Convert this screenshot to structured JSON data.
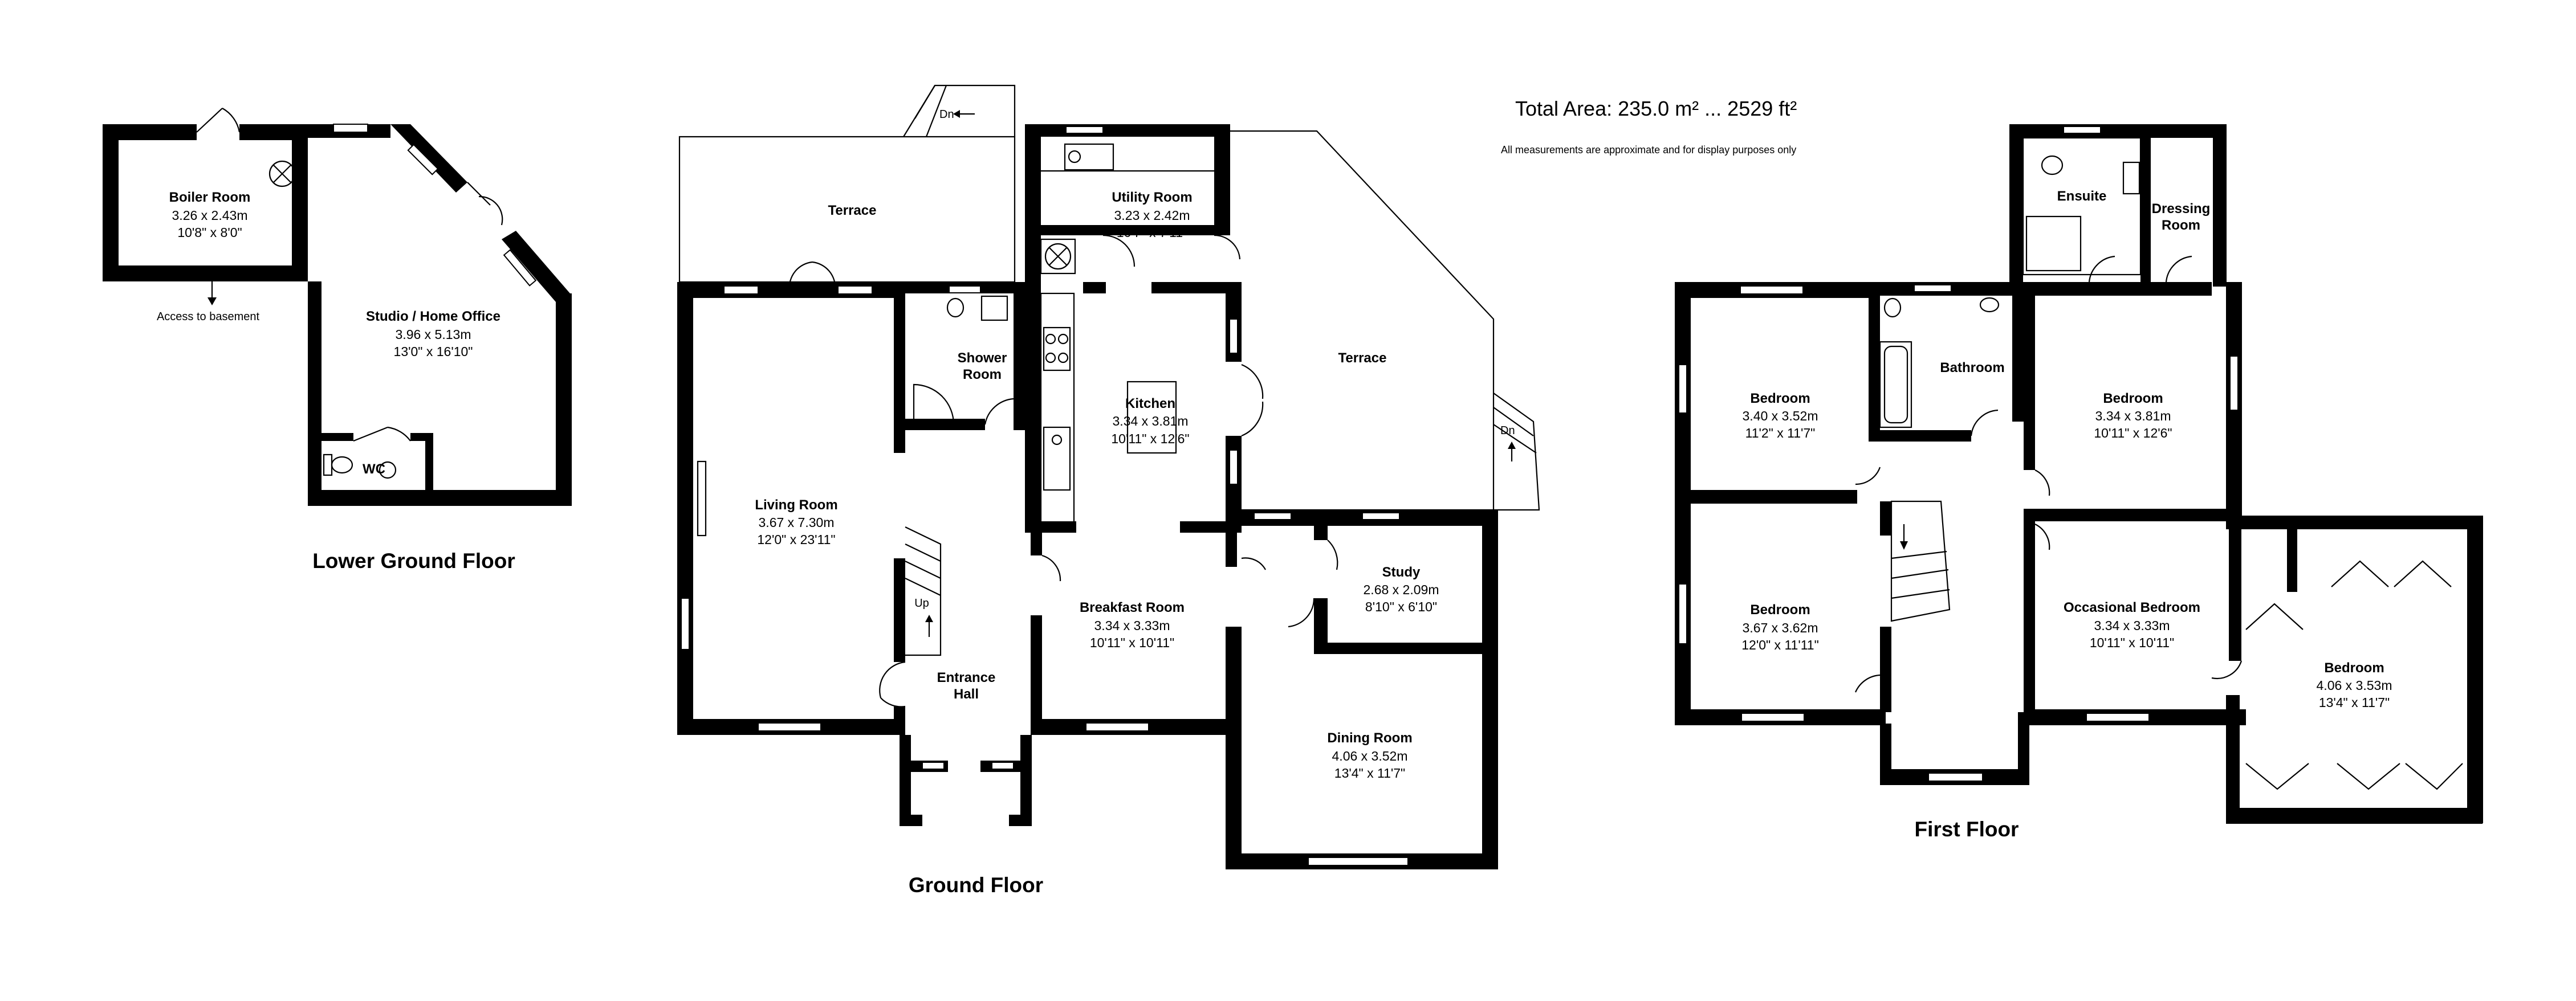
{
  "header": {
    "total_area": "Total Area: 235.0 m² ... 2529 ft²",
    "disclaimer": "All measurements are approximate and for display purposes only"
  },
  "floors": {
    "lower_ground": "Lower Ground Floor",
    "ground": "Ground Floor",
    "first": "First Floor"
  },
  "rooms": {
    "boiler": {
      "name": "Boiler Room",
      "metric": "3.26 x 2.43m",
      "imperial": "10'8\" x 8'0\""
    },
    "studio": {
      "name": "Studio / Home Office",
      "metric": "3.96 x 5.13m",
      "imperial": "13'0\" x 16'10\""
    },
    "wc": {
      "name": "WC"
    },
    "access_basement": "Access to basement",
    "terrace_left": {
      "name": "Terrace"
    },
    "utility": {
      "name": "Utility Room",
      "metric": "3.23 x 2.42m",
      "imperial": "10'7\" x 7'11\""
    },
    "terrace_right": {
      "name": "Terrace"
    },
    "shower": {
      "name_line1": "Shower",
      "name_line2": "Room"
    },
    "kitchen": {
      "name": "Kitchen",
      "metric": "3.34 x 3.81m",
      "imperial": "10'11\" x 12'6\""
    },
    "living": {
      "name": "Living Room",
      "metric": "3.67 x 7.30m",
      "imperial": "12'0\" x 23'11\""
    },
    "breakfast": {
      "name": "Breakfast Room",
      "metric": "3.34 x 3.33m",
      "imperial": "10'11\" x 10'11\""
    },
    "study": {
      "name": "Study",
      "metric": "2.68 x 2.09m",
      "imperial": "8'10\" x 6'10\""
    },
    "entrance": {
      "name_line1": "Entrance",
      "name_line2": "Hall"
    },
    "dining": {
      "name": "Dining Room",
      "metric": "4.06 x 3.52m",
      "imperial": "13'4\" x 11'7\""
    },
    "ensuite": {
      "name": "Ensuite"
    },
    "dressing": {
      "name_line1": "Dressing",
      "name_line2": "Room"
    },
    "bed1": {
      "name": "Bedroom",
      "metric": "3.40 x 3.52m",
      "imperial": "11'2\" x 11'7\""
    },
    "bathroom": {
      "name": "Bathroom"
    },
    "bed2": {
      "name": "Bedroom",
      "metric": "3.34 x 3.81m",
      "imperial": "10'11\" x 12'6\""
    },
    "bed3": {
      "name": "Bedroom",
      "metric": "3.67 x 3.62m",
      "imperial": "12'0\" x 11'11\""
    },
    "occasional": {
      "name": "Occasional Bedroom",
      "metric": "3.34 x 3.33m",
      "imperial": "10'11\" x 10'11\""
    },
    "bed4": {
      "name": "Bedroom",
      "metric": "4.06 x 3.53m",
      "imperial": "13'4\" x 11'7\""
    }
  },
  "stairs": {
    "up": "Up",
    "down_top": "Dn",
    "down_right": "Dn"
  }
}
